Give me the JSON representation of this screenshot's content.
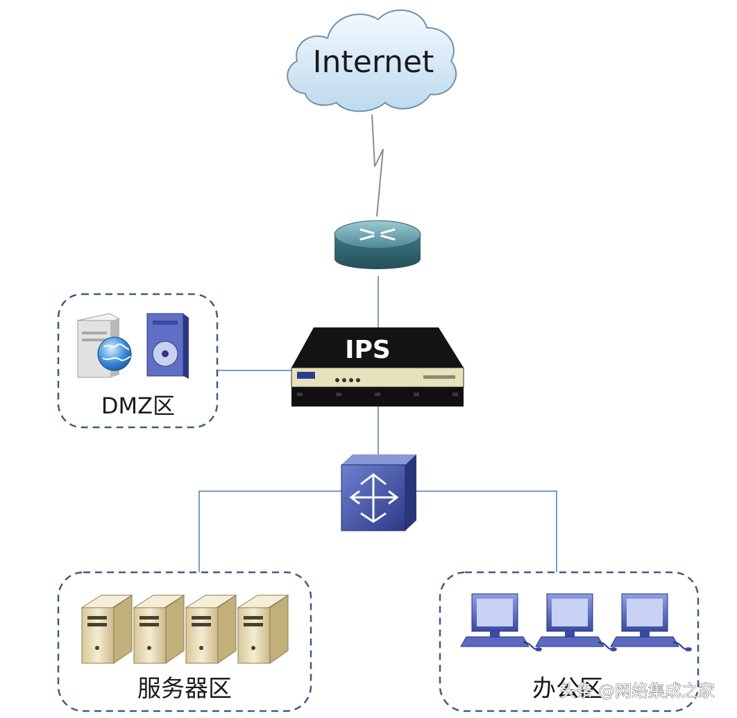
{
  "internet": {
    "label": "Internet"
  },
  "firewall": {
    "label": "IPS"
  },
  "zones": {
    "dmz": "DMZ区",
    "servers": "服务器区",
    "office": "办公区"
  },
  "watermark": "头条 @网络集成之家",
  "colors": {
    "line": "#4f7cb6",
    "zone_border": "#3f5a80",
    "cloud_fill": "#dcedf8",
    "router_fill": "#4f8a95",
    "switch_fill": "#3f4f9a",
    "server_fill": "#e9dcb8"
  },
  "icons": [
    "cloud-icon",
    "lightning-link-icon",
    "router-icon",
    "ips-device-icon",
    "switch-icon",
    "web-server-icon",
    "disk-server-icon",
    "server-icon",
    "pc-icon"
  ]
}
